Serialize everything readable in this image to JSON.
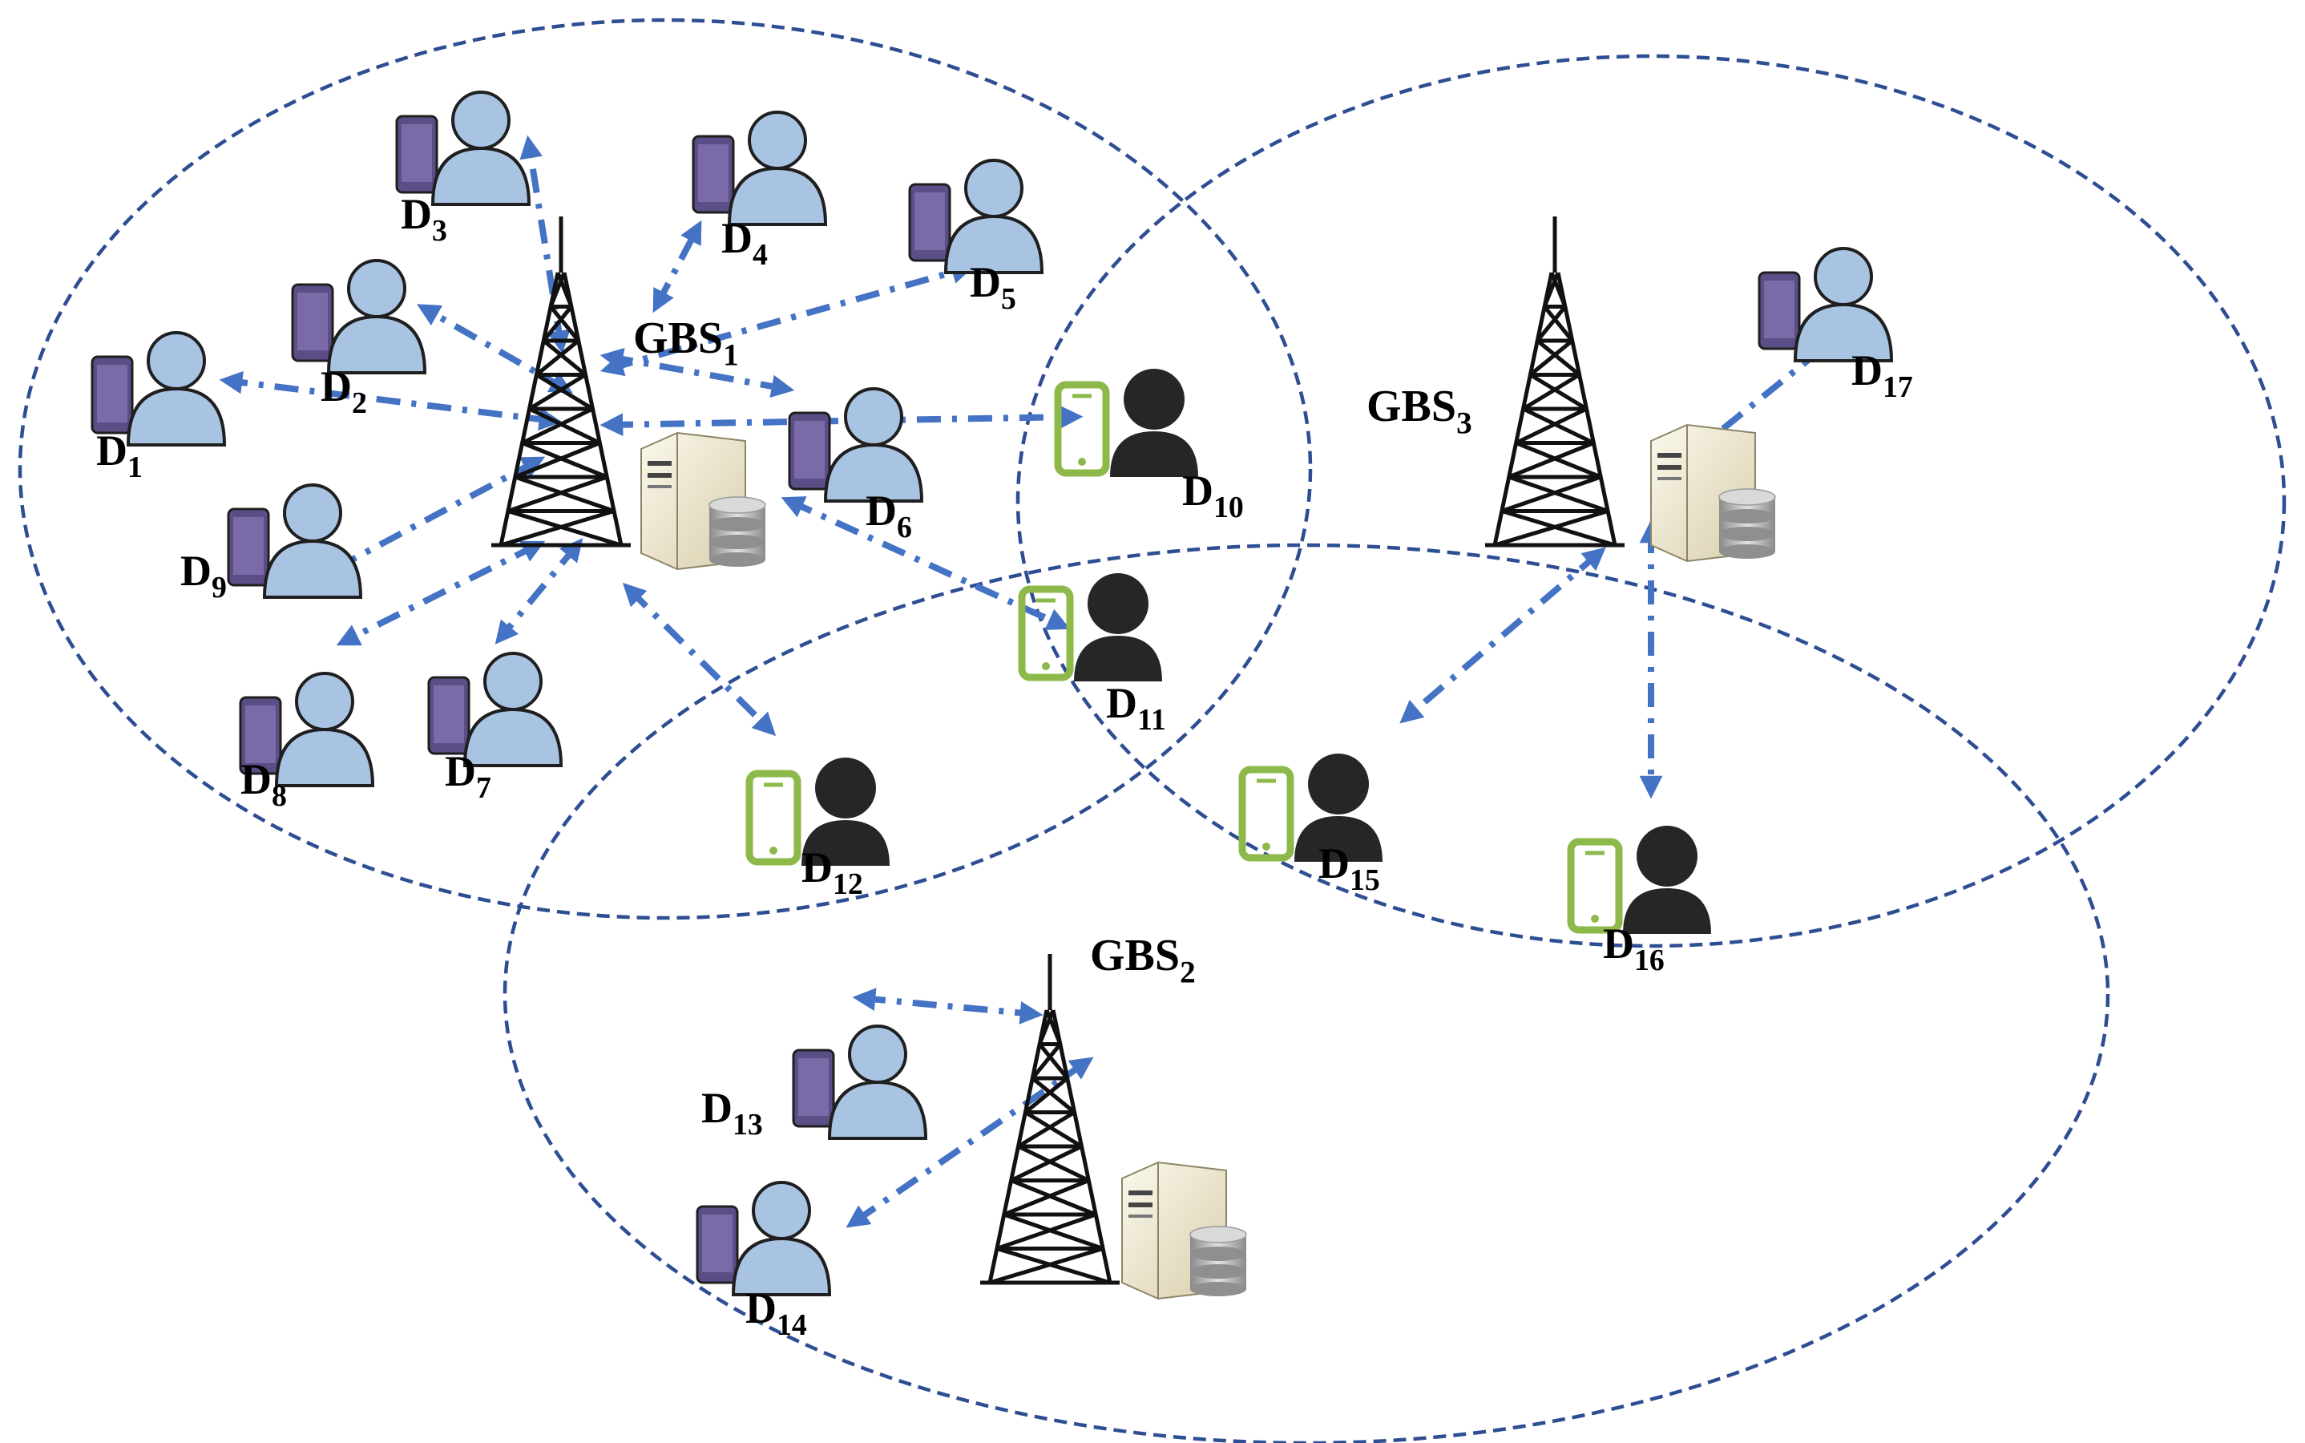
{
  "colors": {
    "cell_border": "#2e4e94",
    "link": "#4472c4",
    "person_light": "#a9c3e3",
    "person_outline": "#1f1f1f",
    "phone_purple": "#5b4d86",
    "person_dark": "#262626",
    "phone_green": "#8db94b",
    "tower": "#111111",
    "server": "#efe8cf",
    "disk": "#a8a8a8"
  },
  "base_stations": [
    {
      "id": "gbs1",
      "label": "GBS",
      "sub": "1"
    },
    {
      "id": "gbs2",
      "label": "GBS",
      "sub": "2"
    },
    {
      "id": "gbs3",
      "label": "GBS",
      "sub": "3"
    }
  ],
  "devices": [
    {
      "id": "d1",
      "label": "D",
      "sub": "1",
      "icon": "light-user-icon"
    },
    {
      "id": "d2",
      "label": "D",
      "sub": "2",
      "icon": "light-user-icon"
    },
    {
      "id": "d3",
      "label": "D",
      "sub": "3",
      "icon": "light-user-icon"
    },
    {
      "id": "d4",
      "label": "D",
      "sub": "4",
      "icon": "light-user-icon"
    },
    {
      "id": "d5",
      "label": "D",
      "sub": "5",
      "icon": "light-user-icon"
    },
    {
      "id": "d6",
      "label": "D",
      "sub": "6",
      "icon": "light-user-icon"
    },
    {
      "id": "d7",
      "label": "D",
      "sub": "7",
      "icon": "light-user-icon"
    },
    {
      "id": "d8",
      "label": "D",
      "sub": "8",
      "icon": "light-user-icon"
    },
    {
      "id": "d9",
      "label": "D",
      "sub": "9",
      "icon": "light-user-icon"
    },
    {
      "id": "d10",
      "label": "D",
      "sub": "10",
      "icon": "dark-user-icon"
    },
    {
      "id": "d11",
      "label": "D",
      "sub": "11",
      "icon": "dark-user-icon"
    },
    {
      "id": "d12",
      "label": "D",
      "sub": "12",
      "icon": "dark-user-icon"
    },
    {
      "id": "d13",
      "label": "D",
      "sub": "13",
      "icon": "light-user-icon"
    },
    {
      "id": "d14",
      "label": "D",
      "sub": "14",
      "icon": "light-user-icon"
    },
    {
      "id": "d15",
      "label": "D",
      "sub": "15",
      "icon": "dark-user-icon"
    },
    {
      "id": "d16",
      "label": "D",
      "sub": "16",
      "icon": "dark-user-icon"
    },
    {
      "id": "d17",
      "label": "D",
      "sub": "17",
      "icon": "light-user-icon"
    }
  ],
  "links": [
    {
      "from": "gbs1",
      "to": "d1"
    },
    {
      "from": "gbs1",
      "to": "d2"
    },
    {
      "from": "gbs1",
      "to": "d3"
    },
    {
      "from": "gbs1",
      "to": "d4"
    },
    {
      "from": "gbs1",
      "to": "d5"
    },
    {
      "from": "gbs1",
      "to": "d6"
    },
    {
      "from": "gbs1",
      "to": "d7"
    },
    {
      "from": "gbs1",
      "to": "d8"
    },
    {
      "from": "gbs1",
      "to": "d9"
    },
    {
      "from": "gbs1",
      "to": "d10"
    },
    {
      "from": "gbs1",
      "to": "d11"
    },
    {
      "from": "gbs1",
      "to": "d12"
    },
    {
      "from": "gbs2",
      "to": "d13"
    },
    {
      "from": "gbs2",
      "to": "d14"
    },
    {
      "from": "gbs3",
      "to": "d15"
    },
    {
      "from": "gbs3",
      "to": "d16"
    },
    {
      "from": "gbs3",
      "to": "d17"
    }
  ]
}
